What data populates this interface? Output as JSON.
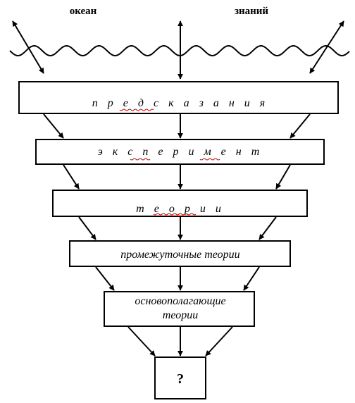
{
  "header": {
    "left_word": "океан",
    "right_word": "знаний"
  },
  "levels": [
    {
      "label": "п р е д с к а з а н и я"
    },
    {
      "label": "э к с п е р и м е н т"
    },
    {
      "label": "т е о р и и"
    },
    {
      "label": "промежуточные  теории"
    },
    {
      "label_line1": "основополагающие",
      "label_line2": "теории"
    },
    {
      "label": "?"
    }
  ]
}
